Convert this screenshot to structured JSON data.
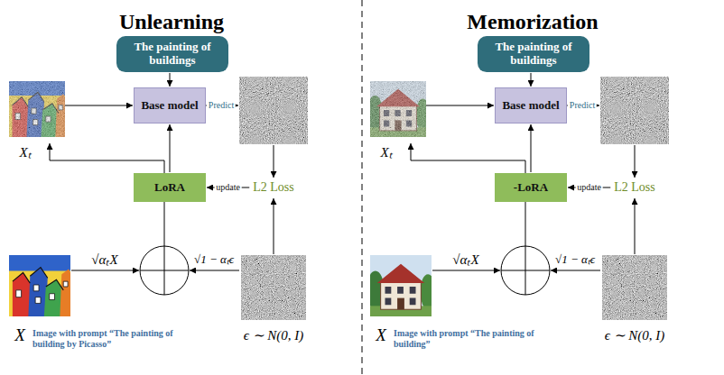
{
  "diagram": {
    "nodes": [
      {
        "text": [
          "The painting of buildings"
        ]
      },
      {
        "text": [
          "Base model"
        ]
      },
      {
        "text": [
          "LoRA"
        ]
      },
      {
        "text": [
          "L2 Loss"
        ]
      },
      {
        "text": [
          "The painting of buildings"
        ]
      },
      {
        "text": [
          "Base model"
        ]
      },
      {
        "text": [
          "-LoRA"
        ]
      },
      {
        "text": [
          "L2 Loss"
        ]
      }
    ],
    "edges": [
      {
        "from": 0,
        "to": 1,
        "arrow": "to"
      },
      {
        "from": 2,
        "to": 1,
        "arrow": "to"
      },
      {
        "from": 3,
        "to": 2,
        "label": "update",
        "arrow": "to"
      },
      {
        "from": 4,
        "to": 5,
        "arrow": "to"
      },
      {
        "from": 6,
        "to": 5,
        "arrow": "to"
      },
      {
        "from": 7,
        "to": 6,
        "label": "update",
        "arrow": "to"
      }
    ],
    "labels": [
      "Unlearning",
      "Memorization",
      "Predict",
      "Xₜ",
      "√αₜX",
      "√1 − αₜϵ",
      "X",
      "Image with prompt “The painting of building by Picasso”",
      "ϵ ∼ N(0, I)",
      "Predict",
      "Xₜ",
      "√αₜX",
      "√1 − αₜϵ",
      "X",
      "Image with prompt “The painting of building”",
      "ϵ ∼ N(0, I)"
    ]
  }
}
